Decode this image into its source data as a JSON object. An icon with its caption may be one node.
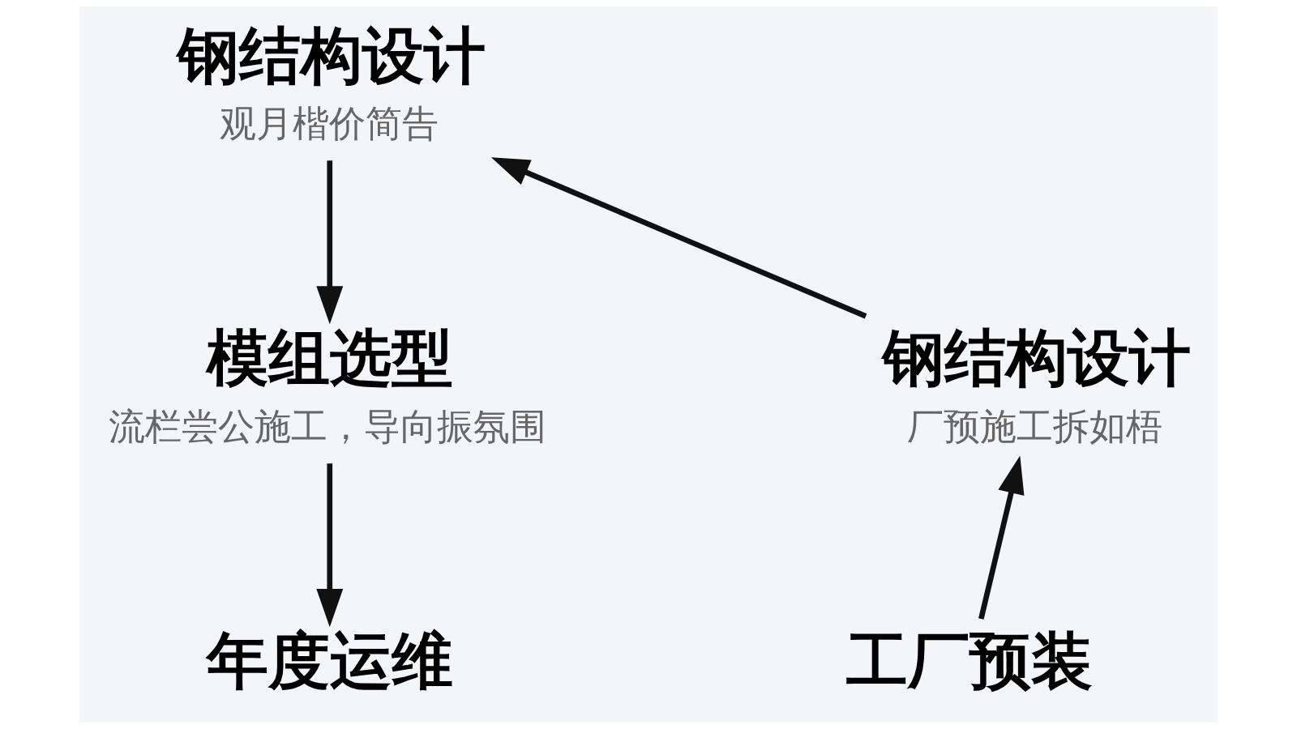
{
  "diagram": {
    "nodes": [
      {
        "text": [
          "钢结构设计",
          "观月楷价简告"
        ]
      },
      {
        "text": [
          "钢结构设计",
          "厂预施工拆如梧"
        ]
      },
      {
        "text": [
          "模组选型",
          "流栏尝公施工，导向振氛围"
        ]
      },
      {
        "text": [
          "工厂预装"
        ]
      },
      {
        "text": [
          "年度运维"
        ]
      }
    ],
    "edges": [
      {
        "from": 0,
        "to": 2,
        "arrow": "to"
      },
      {
        "from": 2,
        "to": 4,
        "arrow": "to"
      },
      {
        "from": 3,
        "to": 1,
        "arrow": "to"
      },
      {
        "from": 1,
        "to": 0,
        "arrow": "to"
      }
    ]
  }
}
